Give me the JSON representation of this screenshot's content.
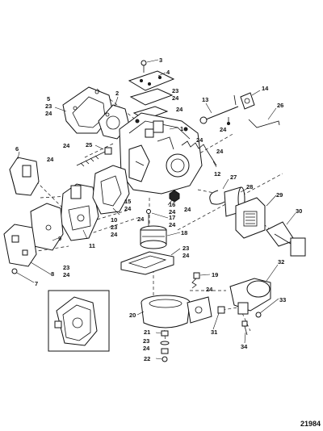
{
  "figure_number": "21984",
  "callouts": {
    "c1": "1",
    "c2": "2",
    "c3": "3",
    "c4": "4",
    "c5": "5",
    "c5a": "23",
    "c5b": "24",
    "c6": "6",
    "c7": "7",
    "c8": "8",
    "c8a": "23",
    "c8b": "24",
    "c9": "9",
    "c10": "10",
    "c10a": "23",
    "c10b": "24",
    "c11": "11",
    "c12": "12",
    "c13": "13",
    "c14": "14",
    "c15": "15",
    "c15a": "24",
    "c16": "16",
    "c16a": "24",
    "c17": "17",
    "c17a": "24",
    "c18": "18",
    "c19": "19",
    "c20": "20",
    "c21": "21",
    "c22": "22",
    "c23x": "23",
    "c24x": "24",
    "c25": "25",
    "c26": "26",
    "c27": "27",
    "c28": "28",
    "c29": "29",
    "c30": "30",
    "c31": "31",
    "c32": "32",
    "c33": "33",
    "c34": "34",
    "c4a": "23",
    "c4b": "24",
    "c24a": "24",
    "c24b": "24",
    "c24c": "24",
    "c24d": "24",
    "c24e": "24",
    "c24f": "24",
    "c24g": "24",
    "c23y": "23",
    "c24y": "24",
    "c24i": "24",
    "c24j": "24"
  }
}
